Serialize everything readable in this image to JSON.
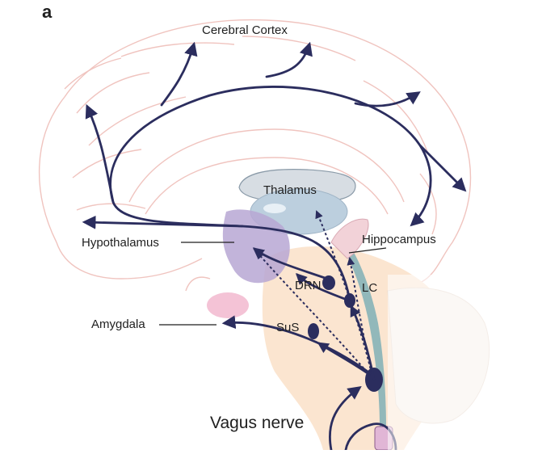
{
  "panel_letter": "a",
  "labels": {
    "cerebral_cortex": "Cerebral Cortex",
    "thalamus": "Thalamus",
    "hypothalamus": "Hypothalamus",
    "hippocampus": "Hippocampus",
    "drn": "DRN",
    "lc": "LC",
    "amygdala": "Amygdala",
    "sus": "SuS",
    "vagus_nerve": "Vagus nerve"
  },
  "colors": {
    "pathway": "#2b2d5e",
    "brain_outline": "#f2c9c4",
    "thalamus_fill": "#bccfde",
    "hypothalamus_fill": "#b7a7d4",
    "amygdala_fill": "#f2b9cf",
    "brainstem_fill": "#fbe5d0",
    "spinal_teal": "#7fb0b6"
  }
}
